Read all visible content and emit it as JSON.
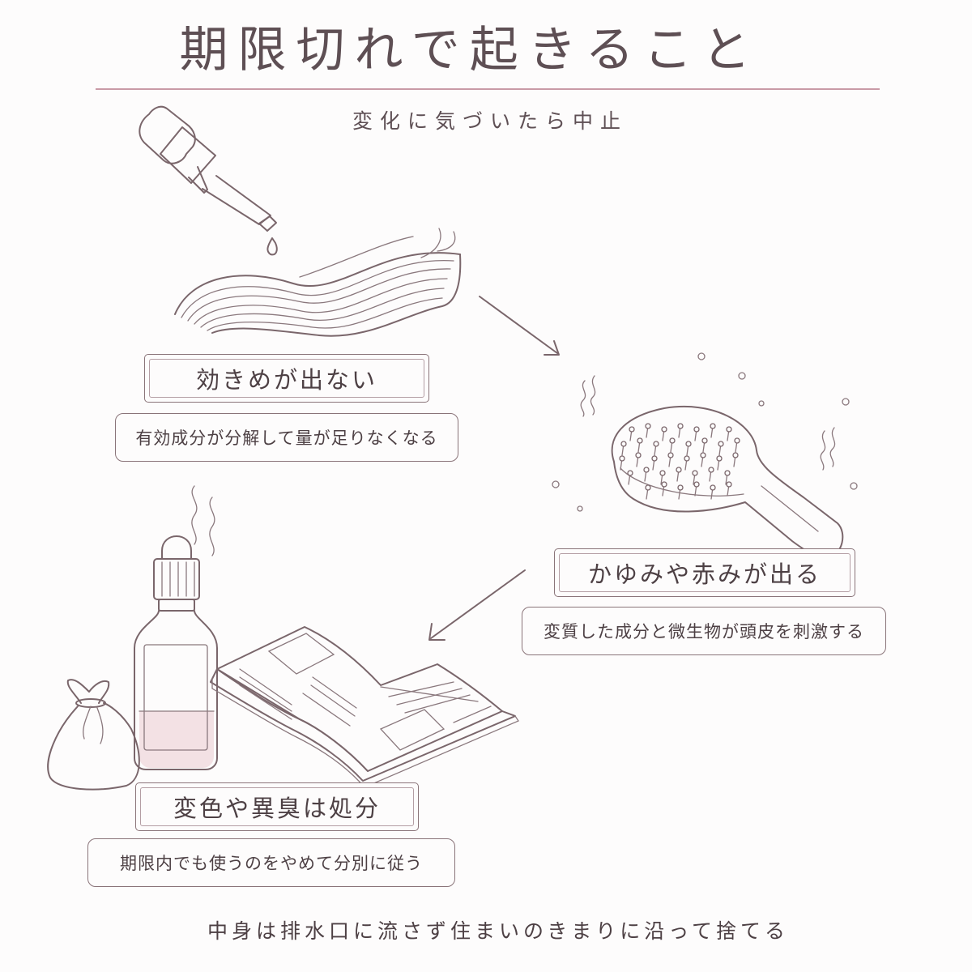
{
  "header": {
    "title": "期限切れで起きること",
    "subtitle": "変化に気づいたら中止"
  },
  "steps": [
    {
      "label": "効きめが出ない",
      "description": "有効成分が分解して量が足りなくなる",
      "illustration": "dropper-and-hair"
    },
    {
      "label": "かゆみや赤みが出る",
      "description": "変質した成分と微生物が頭皮を刺激する",
      "illustration": "hairbrush-with-odor-lines"
    },
    {
      "label": "変色や異臭は処分",
      "description": "期限内でも使うのをやめて分別に従う",
      "illustration": "serum-bottle-bag-and-leaflet"
    }
  ],
  "footer": {
    "note": "中身は排水口に流さず住まいのきまりに沿って捨てる"
  },
  "colors": {
    "accent_rule": "#c99aa6",
    "line": "#7a666b",
    "text": "#4d4044",
    "bottle_fill": "#f3e1e4"
  }
}
